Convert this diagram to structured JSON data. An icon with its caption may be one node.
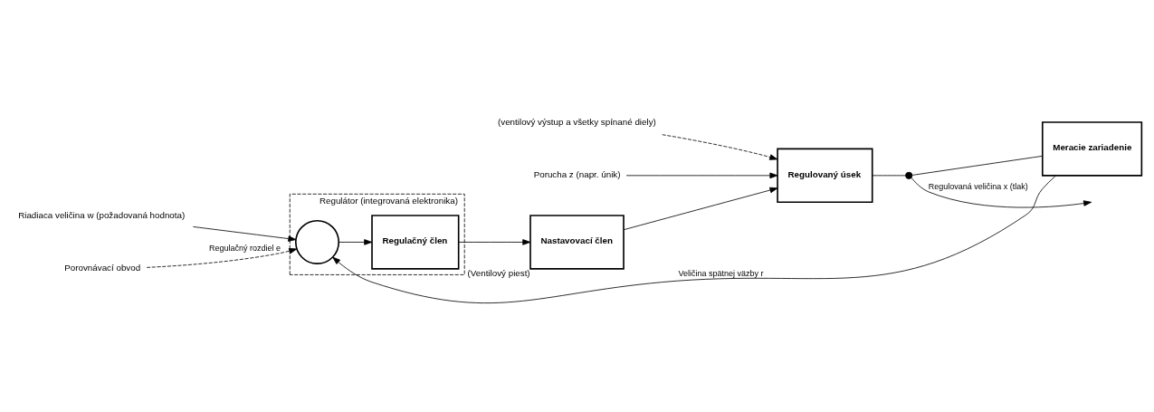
{
  "diagram": {
    "nodes": [
      {
        "text": [
          "Regulátor (integrovaná elektronika)"
        ]
      },
      {
        "text": [
          "Riadiaca veličina w (požadovaná hodnota)"
        ]
      },
      {
        "text": [
          "Porovnávací obvod"
        ]
      },
      {
        "text": [],
        "shape": "circle",
        "in": 0
      },
      {
        "text": [
          "Regulačný člen"
        ],
        "in": 0
      },
      {
        "text": [
          "Nastavovací člen"
        ],
        "beside": [
          "(Ventilový piest)"
        ]
      },
      {
        "text": [
          "(ventilový výstup a všetky spínané diely)"
        ]
      },
      {
        "text": [
          "Porucha z (napr. únik)"
        ]
      },
      {
        "text": [
          "Regulovaný úsek"
        ]
      },
      {
        "text": [],
        "shape": "circle"
      },
      {
        "text": [
          "Meracie zariadenie"
        ]
      }
    ],
    "edges": [
      {
        "from": 1,
        "to": 3,
        "arrow": "to"
      },
      {
        "from": 2,
        "to": 3,
        "arrow": "to",
        "style": "dashed",
        "label": "Regulačný rozdiel e"
      },
      {
        "from": 3,
        "to": 4,
        "arrow": "to"
      },
      {
        "from": 4,
        "to": 5,
        "arrow": "to"
      },
      {
        "from": 5,
        "to": 8,
        "arrow": "to"
      },
      {
        "from": 6,
        "to": 8,
        "arrow": "to",
        "style": "dashed"
      },
      {
        "from": 7,
        "to": 8,
        "arrow": "to"
      },
      {
        "from": 8,
        "to": 9,
        "arrow": "none"
      },
      {
        "from": 9,
        "to": null,
        "arrow": "to",
        "label": "Regulovaná veličina x (tlak)"
      },
      {
        "from": 9,
        "to": 10,
        "arrow": "none"
      },
      {
        "from": 10,
        "to": 3,
        "arrow": "to",
        "label": "Veličina spätnej väzby r"
      }
    ]
  }
}
